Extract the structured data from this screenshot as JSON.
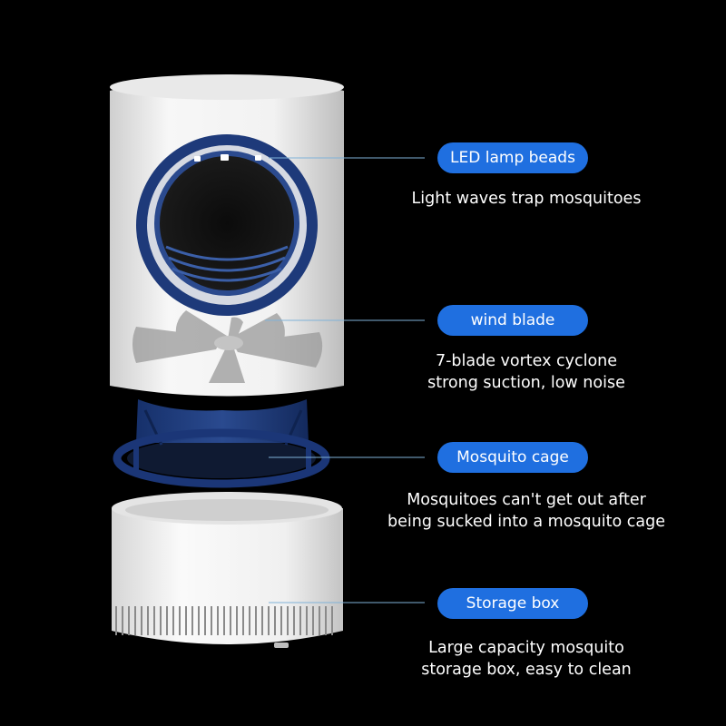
{
  "colors": {
    "background": "#000000",
    "label_pill": "#1f6fe0",
    "leader_line": "#7fb2d8",
    "device_white": "#f2f2f2",
    "device_blue": "#1e3a7a"
  },
  "callouts": [
    {
      "label": "LED lamp beads",
      "description": [
        "Light waves trap mosquitoes"
      ]
    },
    {
      "label": "wind blade",
      "description": [
        "7-blade vortex cyclone",
        "strong suction, low noise"
      ]
    },
    {
      "label": "Mosquito cage",
      "description": [
        "Mosquitoes can't get out after",
        "being sucked into a mosquito cage"
      ]
    },
    {
      "label": "Storage box",
      "description": [
        "Large capacity mosquito",
        "storage box, easy to clean"
      ]
    }
  ]
}
